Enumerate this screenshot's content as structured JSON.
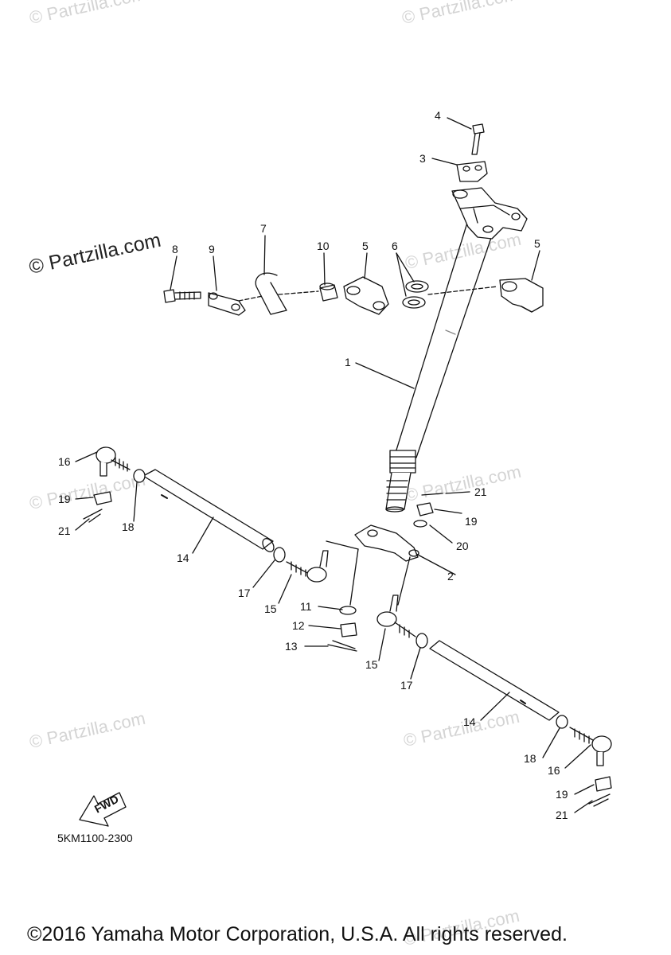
{
  "watermarks": {
    "top_left": "© Partzilla.com",
    "top_right": "© Partzilla.com",
    "prominent": "© Partzilla.com",
    "mid_right": "© Partzilla.com",
    "center_right": "© Partzilla.com",
    "left_mid": "© Partzilla.com",
    "bottom_left": "© Partzilla.com",
    "bottom_right": "© Partzilla.com",
    "footer_right": "© Partzilla.com"
  },
  "diagram": {
    "callouts": {
      "c1": "1",
      "c2": "2",
      "c3": "3",
      "c4": "4",
      "c5a": "5",
      "c5b": "5",
      "c6": "6",
      "c7": "7",
      "c8": "8",
      "c9": "9",
      "c10": "10",
      "c11": "11",
      "c12": "12",
      "c13": "13",
      "c14a": "14",
      "c14b": "14",
      "c15a": "15",
      "c15b": "15",
      "c16a": "16",
      "c16b": "16",
      "c17a": "17",
      "c17b": "17",
      "c18a": "18",
      "c18b": "18",
      "c19a": "19",
      "c19b": "19",
      "c19c": "19",
      "c20": "20",
      "c21a": "21",
      "c21b": "21",
      "c21c": "21"
    },
    "fwd_label": "FWD",
    "diagram_code": "5KM1100-2300"
  },
  "footer": {
    "copyright": "©2016 Yamaha Motor Corporation, U.S.A. All rights reserved."
  }
}
